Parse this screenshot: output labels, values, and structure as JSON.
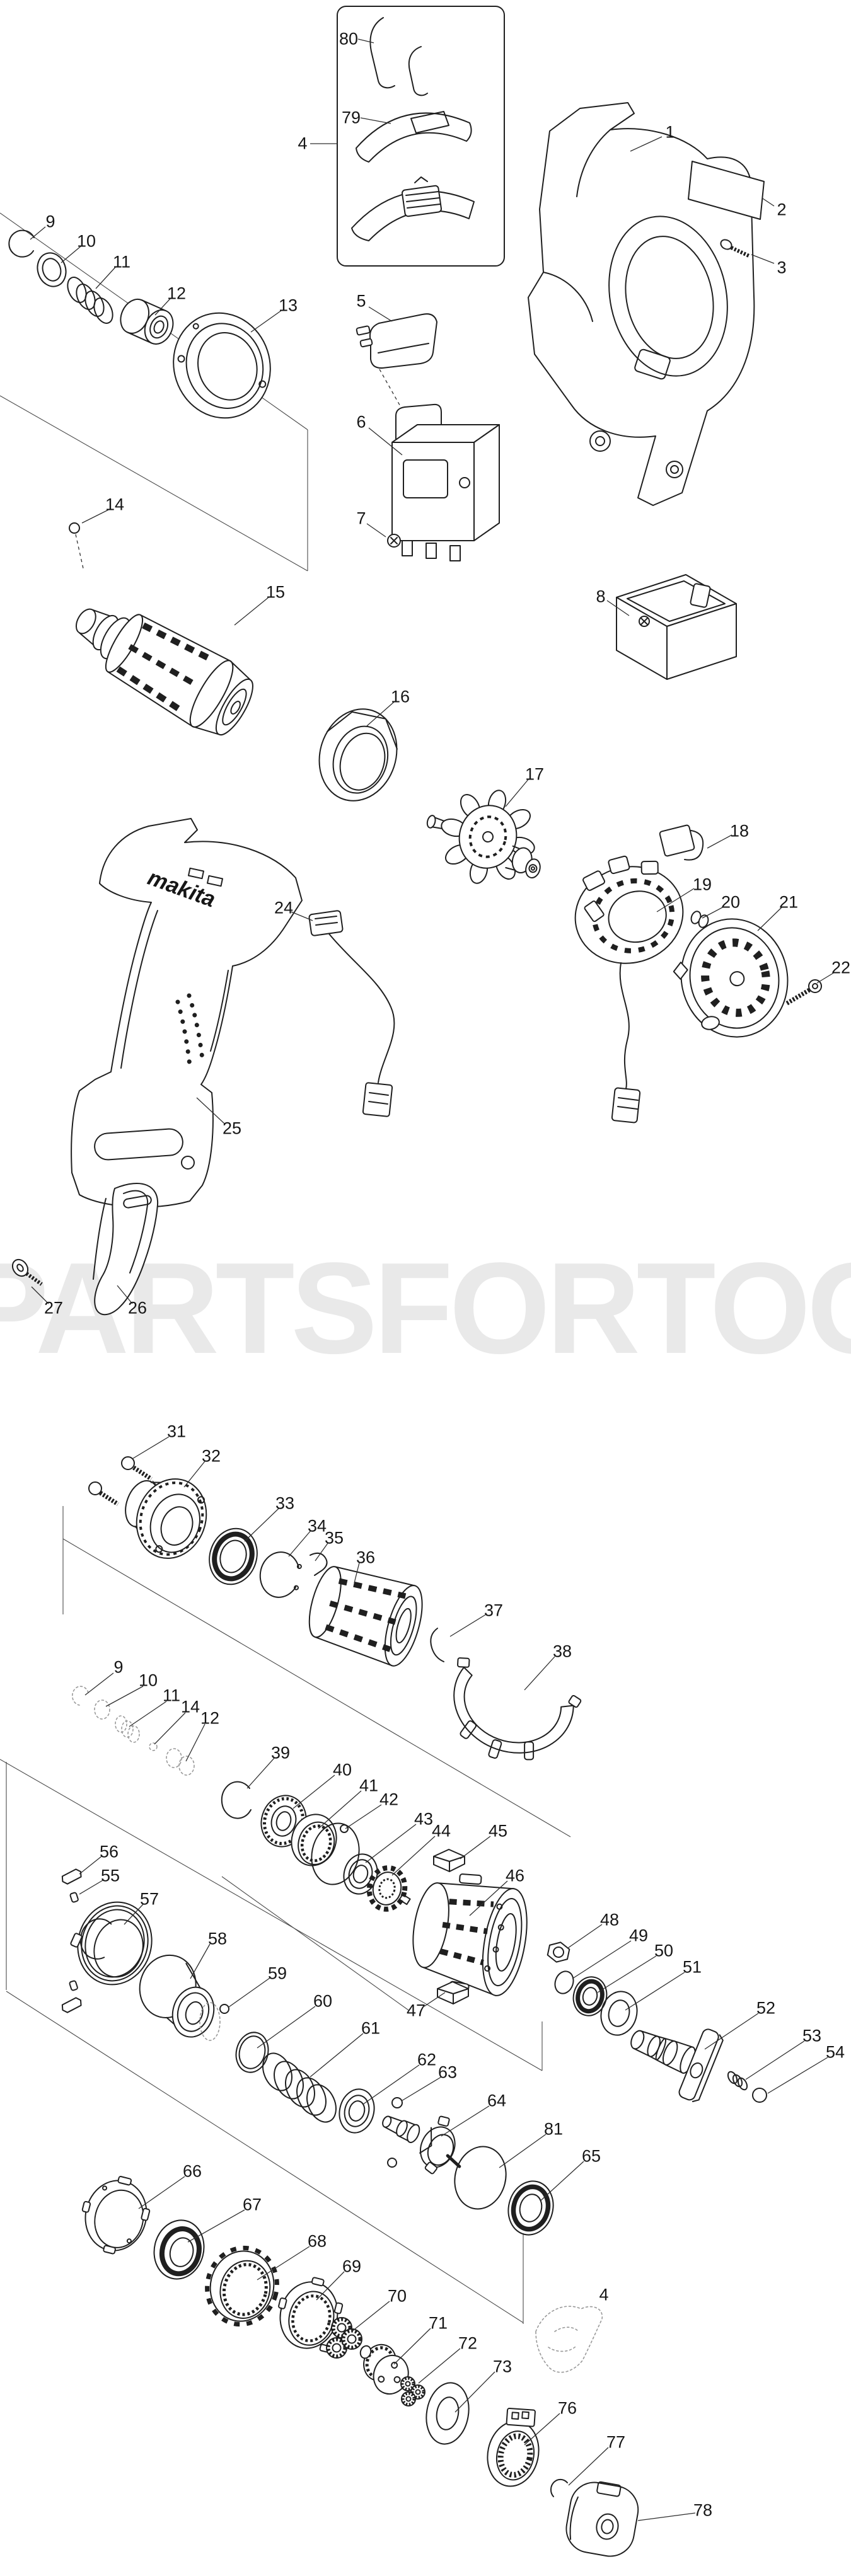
{
  "watermark": {
    "text": "PARTSFORTOOLS.COM"
  },
  "brand": {
    "logo": "makita"
  },
  "callouts": {
    "c1": "1",
    "c2": "2",
    "c3": "3",
    "c4_top": "4",
    "c4_bottom": "4",
    "c5": "5",
    "c6": "6",
    "c7": "7",
    "c8": "8",
    "c9": "9",
    "c10": "10",
    "c11": "11",
    "c12": "12",
    "c13": "13",
    "c14": "14",
    "c15": "15",
    "c16": "16",
    "c17": "17",
    "c18": "18",
    "c19": "19",
    "c20": "20",
    "c21": "21",
    "c22": "22",
    "c24": "24",
    "c25": "25",
    "c26": "26",
    "c27": "27",
    "c31": "31",
    "c32": "32",
    "c33": "33",
    "c34": "34",
    "c35": "35",
    "c36": "36",
    "c37": "37",
    "c38": "38",
    "g9": "9",
    "g10": "10",
    "g11": "11",
    "g14": "14",
    "g12": "12",
    "c39": "39",
    "c40": "40",
    "c41": "41",
    "c42": "42",
    "c43": "43",
    "c44": "44",
    "c45": "45",
    "c46": "46",
    "c47": "47",
    "c48": "48",
    "c49": "49",
    "c50": "50",
    "c51": "51",
    "c52": "52",
    "c53": "53",
    "c54": "54",
    "c55": "55",
    "c56": "56",
    "c57": "57",
    "c58": "58",
    "c59": "59",
    "c60": "60",
    "c61": "61",
    "c62": "62",
    "c63": "63",
    "c64": "64",
    "c65": "65",
    "c66": "66",
    "c67": "67",
    "c68": "68",
    "c69": "69",
    "c70": "70",
    "c71": "71",
    "c72": "72",
    "c73": "73",
    "c76": "76",
    "c77": "77",
    "c78": "78",
    "c79": "79",
    "c80": "80",
    "c81": "81"
  }
}
